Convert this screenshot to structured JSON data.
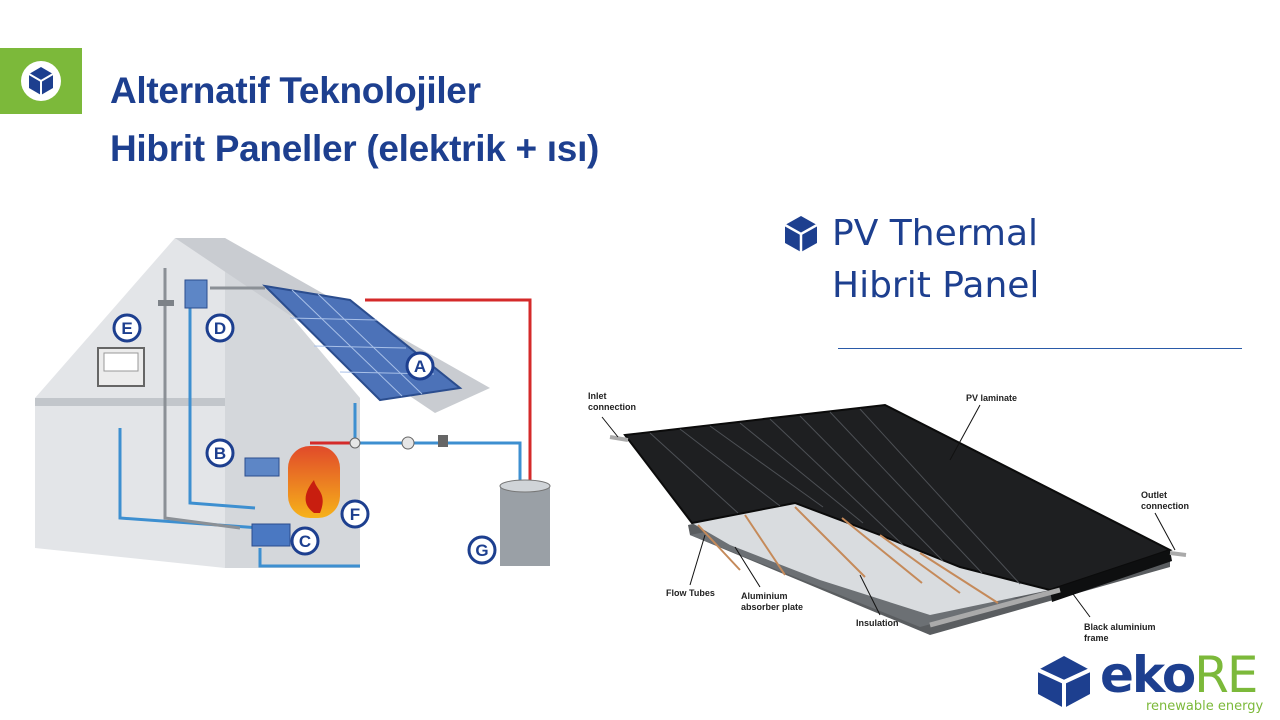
{
  "header": {
    "title_line1": "Alternatif Teknolojiler",
    "title_line2": "Hibrit Paneller (elektrik + ısı)"
  },
  "bullet": {
    "line1": "PV Thermal",
    "line2": "Hibrit Panel"
  },
  "house_diagram": {
    "labels": [
      "A",
      "B",
      "C",
      "D",
      "E",
      "F",
      "G"
    ]
  },
  "panel_diagram": {
    "inlet_line1": "Inlet",
    "inlet_line2": "connection",
    "pv_laminate": "PV laminate",
    "outlet_line1": "Outlet",
    "outlet_line2": "connection",
    "flow_tubes": "Flow Tubes",
    "absorber_line1": "Aluminium",
    "absorber_line2": "absorber plate",
    "insulation": "Insulation",
    "frame_line1": "Black aluminium",
    "frame_line2": "frame"
  },
  "logo": {
    "eko": "eko",
    "re": "RE",
    "tagline": "renewable energy",
    "eko_color": "#1d3f8f",
    "re_color": "#7cb93a"
  },
  "colors": {
    "accent_green": "#7cb93a",
    "title_blue": "#1d3f8f",
    "hot_pipe": "#d42a2a",
    "cold_pipe": "#3d8fd0"
  }
}
